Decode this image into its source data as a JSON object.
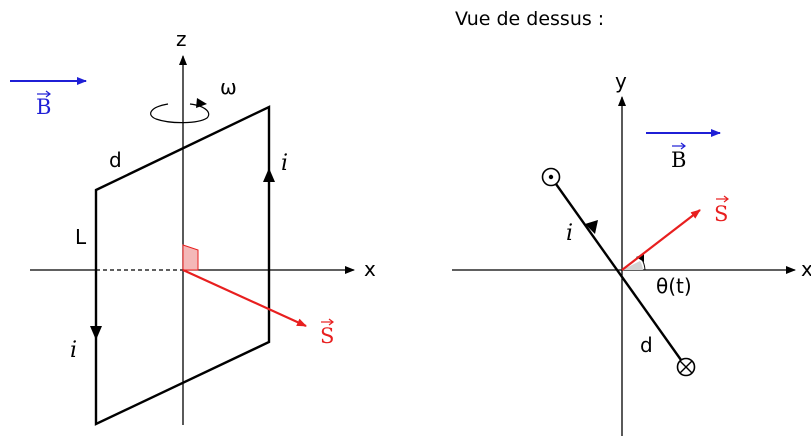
{
  "colors": {
    "field": "#1f1fd6",
    "surface": "#e81f1f",
    "angle_fill": "#f4b8b8",
    "ink": "#000000"
  },
  "left_view": {
    "field_label": "B",
    "axis_z": "z",
    "axis_x": "x",
    "omega": "ω",
    "side_d": "d",
    "side_L": "L",
    "current_top": "i",
    "current_bottom": "i",
    "vector_S": "S"
  },
  "right_view": {
    "title": "Vue de dessus :",
    "axis_y": "y",
    "axis_x": "x",
    "field_label": "B",
    "vector_S": "S",
    "current": "i",
    "angle": "θ(t)",
    "side_d": "d"
  }
}
